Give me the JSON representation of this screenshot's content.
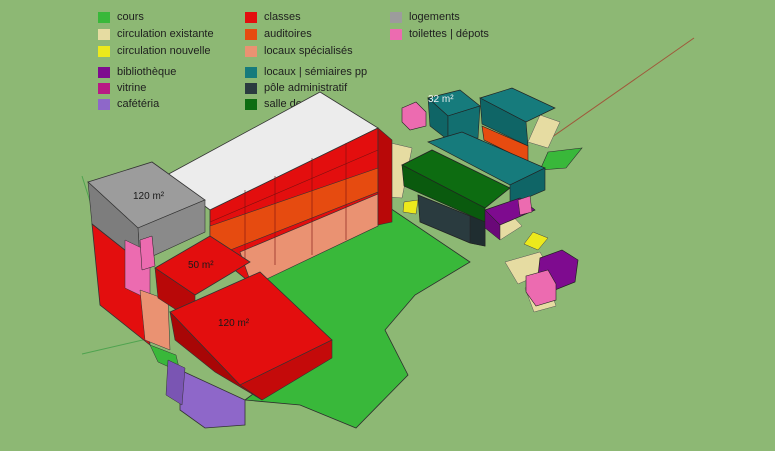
{
  "legend": [
    {
      "key": "cours",
      "label": "cours",
      "color": "#39b83a"
    },
    {
      "key": "circ_exist",
      "label": "circulation existante",
      "color": "#e6dca2"
    },
    {
      "key": "circ_new",
      "label": "circulation nouvelle",
      "color": "#ece91c"
    },
    {
      "key": "biblio",
      "label": "bibliothèque",
      "color": "#7e0b8f"
    },
    {
      "key": "vitrine",
      "label": "vitrine",
      "color": "#b81a84"
    },
    {
      "key": "cafeteria",
      "label": "cafétéria",
      "color": "#8e67c9"
    },
    {
      "key": "classes",
      "label": "classes",
      "color": "#e30e0e"
    },
    {
      "key": "auditoires",
      "label": "auditoires",
      "color": "#e64b10"
    },
    {
      "key": "locaux_spec",
      "label": "locaux spécialisés",
      "color": "#ea9272"
    },
    {
      "key": "seminaires",
      "label": "locaux | sémiaires pp",
      "color": "#167b7c"
    },
    {
      "key": "pole",
      "label": "pôle administratif",
      "color": "#2a3b3f"
    },
    {
      "key": "salle_profs",
      "label": "salle des profs",
      "color": "#0d6c11"
    },
    {
      "key": "logements",
      "label": "logements",
      "color": "#9c9c9c"
    },
    {
      "key": "toilettes",
      "label": "toilettes | dépots",
      "color": "#ec6bb0"
    }
  ],
  "areas": {
    "a1": "32 m²",
    "a2": "120 m²",
    "a3": "50 m²",
    "a4": "120 m²"
  },
  "colors": {
    "background": "#8db874",
    "roof": "#ececec",
    "grey": "#9c9c9c"
  }
}
